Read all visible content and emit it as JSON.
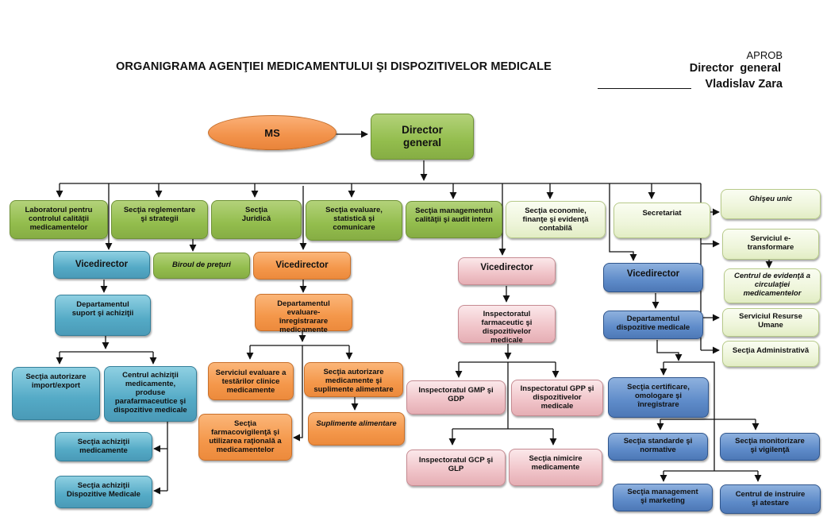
{
  "header": {
    "title": "ORGANIGRAMA AGENŢIEI MEDICAMENTULUI ŞI DISPOZITIVELOR MEDICALE",
    "approval": {
      "aprob": "APROB",
      "position": "Director  general",
      "name": "Vladislav Zara"
    }
  },
  "colors": {
    "green": "#93bd4d",
    "light_green": "#eef5da",
    "teal": "#54aac6",
    "orange": "#f4974a",
    "pink": "#f0c3c8",
    "blue": "#5e8bc9",
    "connector": "#111111"
  },
  "nodes": {
    "ms": "MS",
    "director": "Director general",
    "laborator": "Laboratorul pentru controlul calităţii medicamentelor",
    "reglementare": "Secţia reglementare şi strategii",
    "juridica": "Secţia Juridică",
    "evaluare_statistica": "Secţia evaluare, statistică şi comunicare",
    "management_calitate": "Secţia managementul calităţii şi audit intern",
    "economie": "Secţia economie, finanţe şi evidenţă contabilă",
    "secretariat": "Secretariat",
    "ghiseu": "Ghişeu unic",
    "etransformare": "Serviciul e-transformare",
    "centru_evidenta": "Centrul de evidenţă a circulaţiei medicamentelor",
    "resurse_umane": "Serviciul Resurse Umane",
    "administrativa": "Secţia Administrativă",
    "vice1": "Vicedirector",
    "biroul_preturi": "Biroul de preţuri",
    "vice2": "Vicedirector",
    "vice3": "Vicedirector",
    "vice4": "Vicedirector",
    "dep_suport": "Departamentul suport şi achiziţii",
    "autorizare_import": "Secţia autorizare import/export",
    "centrul_achizitii": "Centrul achiziţii medicamente, produse parafarmaceutice şi dispozitive medicale",
    "achizitii_medicamente": "Secţia achiziţii medicamente",
    "achizitii_dispozitive": "Secţia achiziţii Dispozitive Medicale",
    "dep_evaluare": "Departamentul evaluare-înregistrarare medicamente",
    "testari_clinice": "Serviciul evaluare a testărilor clinice medicamente",
    "autorizare_medicamente": "Secţia autorizare medicamente şi suplimente alimentare",
    "farmacovigilenta": "Secţia farmacovigilenţă şi utilizarea raţională a medicamentelor",
    "suplimente": "Suplimente alimentare",
    "inspectoratul_farma": "Inspectoratul farmaceutic şi dispozitivelor medicale",
    "gmp_gdp": "Inspectoratul GMP şi GDP",
    "gpp": "Inspectoratul GPP şi dispozitivelor medicale",
    "gcp_glp": "Inspectoratul GCP şi GLP",
    "nimicire": "Secţia nimicire medicamente",
    "dep_dispozitive": "Departamentul dispozitive medicale",
    "certificare": "Secţia certificare, omologare şi înregistrare",
    "standarde": "Secţia standarde şi normative",
    "monitorizare": "Secţia monitorizare şi vigilenţă",
    "management_marketing": "Secţia management şi marketing",
    "instruire": "Centrul de instruire şi atestare"
  }
}
